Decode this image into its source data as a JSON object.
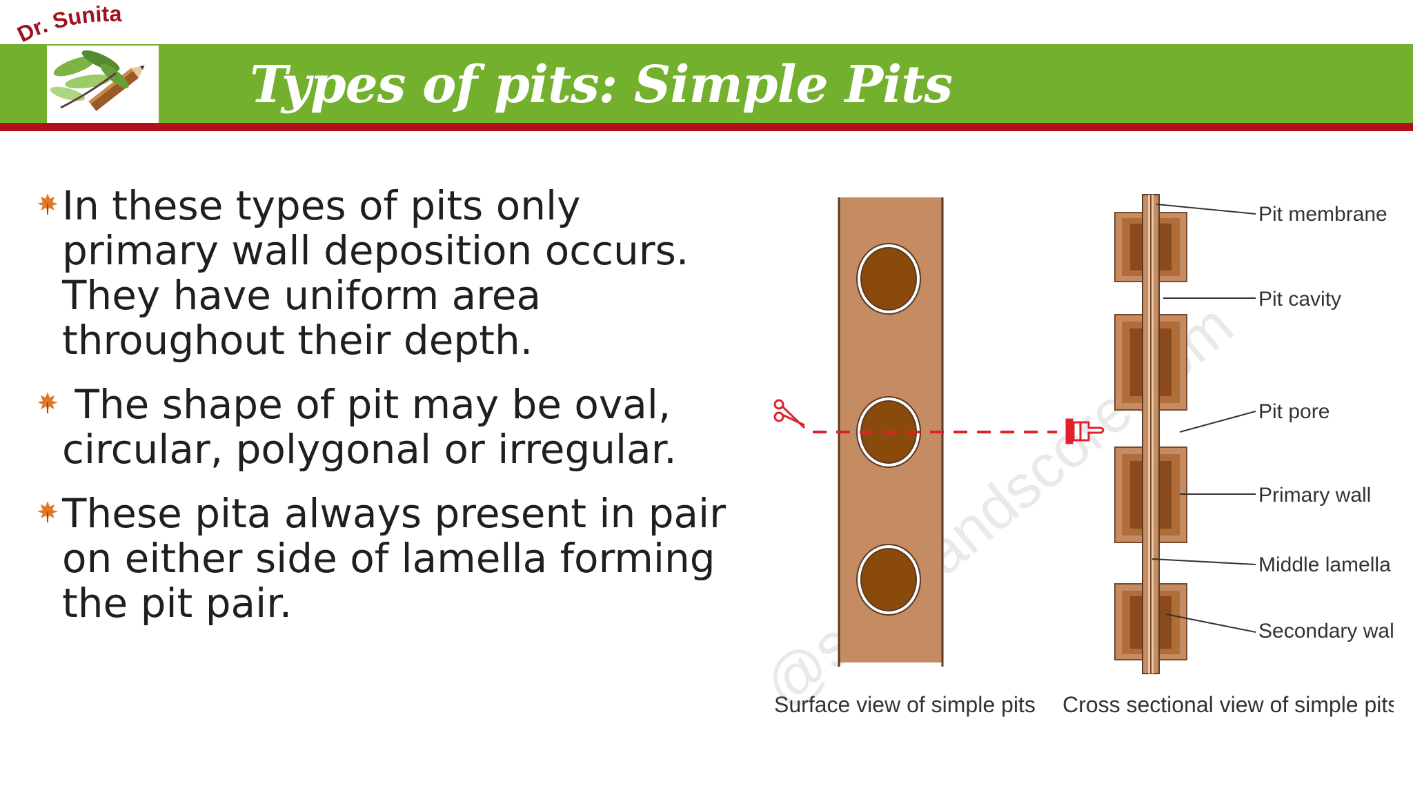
{
  "header": {
    "brand": "Dr. Sunita",
    "title": "Types of pits: Simple Pits",
    "bar_color": "#73b02e",
    "accent_line_color": "#b0101a",
    "logo_icon": "leaf-pencil-logo"
  },
  "bullets": [
    {
      "icon": "maple-leaf-icon",
      "text": "In these types of pits only primary wall deposition occurs. They have uniform area throughout their depth."
    },
    {
      "icon": "maple-leaf-icon",
      "text": " The shape of pit may be oval, circular, polygonal or irregular."
    },
    {
      "icon": "maple-leaf-icon",
      "text": "These pita always present in pair on either side of lamella forming the pit pair."
    }
  ],
  "figure": {
    "labels": {
      "pit_membrane": "Pit membrane",
      "pit_cavity": "Pit cavity",
      "pit_pore": "Pit pore",
      "primary_wall": "Primary wall",
      "middle_lamella": "Middle lamella",
      "secondary_wall": "Secondary wall"
    },
    "captions": {
      "surface": "Surface view of simple pits",
      "cross": "Cross sectional view of simple pits"
    },
    "watermark": "@studyandscore.com",
    "colors": {
      "wall": "#c58b63",
      "pit": "#8a4a0c",
      "cut_line": "#e0212a"
    }
  }
}
